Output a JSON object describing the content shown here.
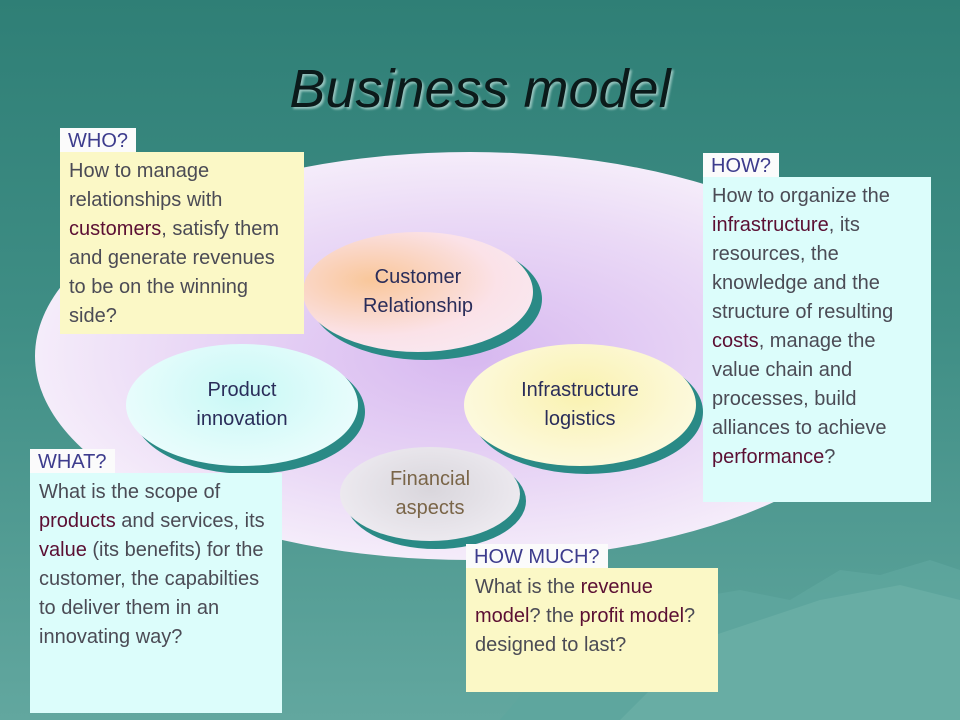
{
  "title": "Business model",
  "colors": {
    "background": "#3a8a81",
    "ellipse": "#ecdff5",
    "highlight": "#5b0f33",
    "tag_text": "#3d3c8d"
  },
  "who": {
    "tag": "WHO?",
    "parts": [
      "How to manage relationships with ",
      "customers",
      ", satisfy them and generate revenues to be on the winning side?"
    ]
  },
  "how": {
    "tag": "HOW?",
    "parts": [
      "How to organize the ",
      "infrastructure",
      ", its resources, the knowledge and the structure of resulting ",
      "costs",
      ", manage the value chain and processes, build alliances to achieve ",
      "performance",
      "?"
    ]
  },
  "what": {
    "tag": "WHAT?",
    "parts": [
      "What is the scope of ",
      "products",
      " and services, its ",
      "value",
      " (its benefits) for the customer, the capabilties to deliver them in an innovating way?"
    ]
  },
  "howmuch": {
    "tag": "HOW MUCH?",
    "parts": [
      "What is the ",
      "revenue model",
      "? the ",
      "profit model",
      "? designed to last?"
    ]
  },
  "ovals": {
    "customer": "Customer Relationship",
    "product": "Product innovation",
    "infrastructure": "Infrastructure logistics",
    "financial": "Financial aspects"
  }
}
